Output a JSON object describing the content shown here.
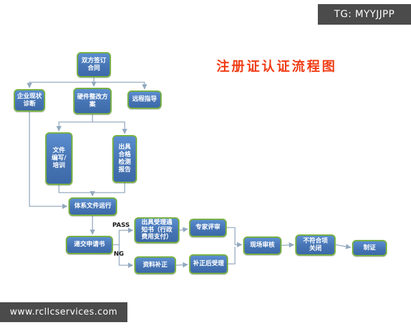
{
  "banners": {
    "telegram": "TG: MYYJJPP",
    "website": "www.rcllcservices.com"
  },
  "title": "注册证认证流程图",
  "flow_labels": {
    "pass": "PASS",
    "ng": "NG"
  },
  "nodes": [
    {
      "id": "sign-contract",
      "label": "双方签订\n合同"
    },
    {
      "id": "status-diagnosis",
      "label": "企业现状\n诊断"
    },
    {
      "id": "hardware-plan",
      "label": "硬件整改方\n案"
    },
    {
      "id": "remote-guidance",
      "label": "远程指导"
    },
    {
      "id": "doc-training",
      "label": "文件\n编写/\n培训"
    },
    {
      "id": "test-report",
      "label": "出具\n合格\n检测\n报告"
    },
    {
      "id": "system-operation",
      "label": "体系文件运行"
    },
    {
      "id": "submit-application",
      "label": "递交申请书"
    },
    {
      "id": "acceptance-notice",
      "label": "出具受理通\n知书（行政\n费用支付）"
    },
    {
      "id": "expert-review",
      "label": "专家评审"
    },
    {
      "id": "material-correction",
      "label": "资料补正"
    },
    {
      "id": "post-correction-acceptance",
      "label": "补正后受理"
    },
    {
      "id": "onsite-audit",
      "label": "现场审核"
    },
    {
      "id": "nonconformity-closure",
      "label": "不符合项\n关闭"
    },
    {
      "id": "issue-certificate",
      "label": "制证"
    }
  ],
  "colors": {
    "box_fill": "#4674b4",
    "box_border": "#77b043",
    "title_red": "#f03c14",
    "banner_gray": "#4b4b4b",
    "arrow_gray": "#93a9bf"
  }
}
